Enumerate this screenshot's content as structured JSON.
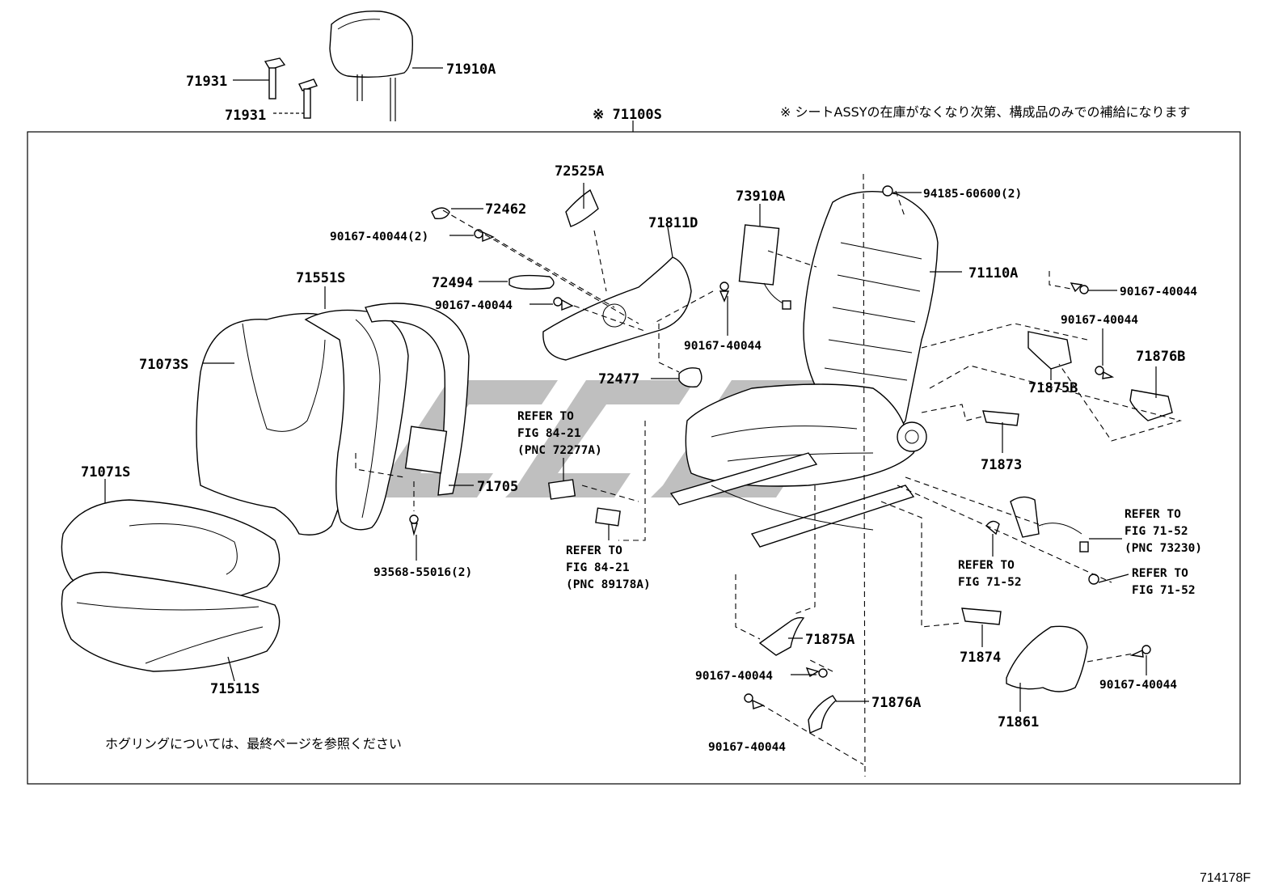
{
  "header": {
    "assembly_label": "※ 71100S",
    "supply_note": "※ シートASSYの在庫がなくなり次第、構成品のみでの補給になります"
  },
  "footer": {
    "hog_ring_note": "ホグリングについては、最終ページを参照ください",
    "figure_id": "714178F"
  },
  "parts": {
    "p71931a": "71931",
    "p71931b": "71931",
    "p71910A": "71910A",
    "p72525A": "72525A",
    "p72462": "72462",
    "p90167_2": "90167-40044(2)",
    "p71811D": "71811D",
    "p73910A": "73910A",
    "p94185": "94185-60600(2)",
    "p71110A": "71110A",
    "p90167_r1": "90167-40044",
    "p90167_r2": "90167-40044",
    "p71876B": "71876B",
    "p71875B": "71875B",
    "p71551S": "71551S",
    "p72494": "72494",
    "p90167_m1": "90167-40044",
    "p90167_m2": "90167-40044",
    "p71073S": "71073S",
    "p72477": "72477",
    "p71873": "71873",
    "p71071S": "71071S",
    "p71705": "71705",
    "p93568": "93568-55016(2)",
    "p71511S": "71511S",
    "p71875A": "71875A",
    "p90167_b1": "90167-40044",
    "p71876A": "71876A",
    "p90167_b2": "90167-40044",
    "p71874": "71874",
    "p71861": "71861",
    "p90167_b3": "90167-40044"
  },
  "refs": {
    "ref1": [
      "REFER TO",
      "FIG 84-21",
      "(PNC 72277A)"
    ],
    "ref2": [
      "REFER TO",
      "FIG 84-21",
      "(PNC 89178A)"
    ],
    "ref3": [
      "REFER TO",
      "FIG 71-52",
      "(PNC 73230)"
    ],
    "ref4": [
      "REFER TO",
      "FIG 71-52"
    ],
    "ref5": [
      "REFER TO",
      "FIG 71-52"
    ]
  }
}
